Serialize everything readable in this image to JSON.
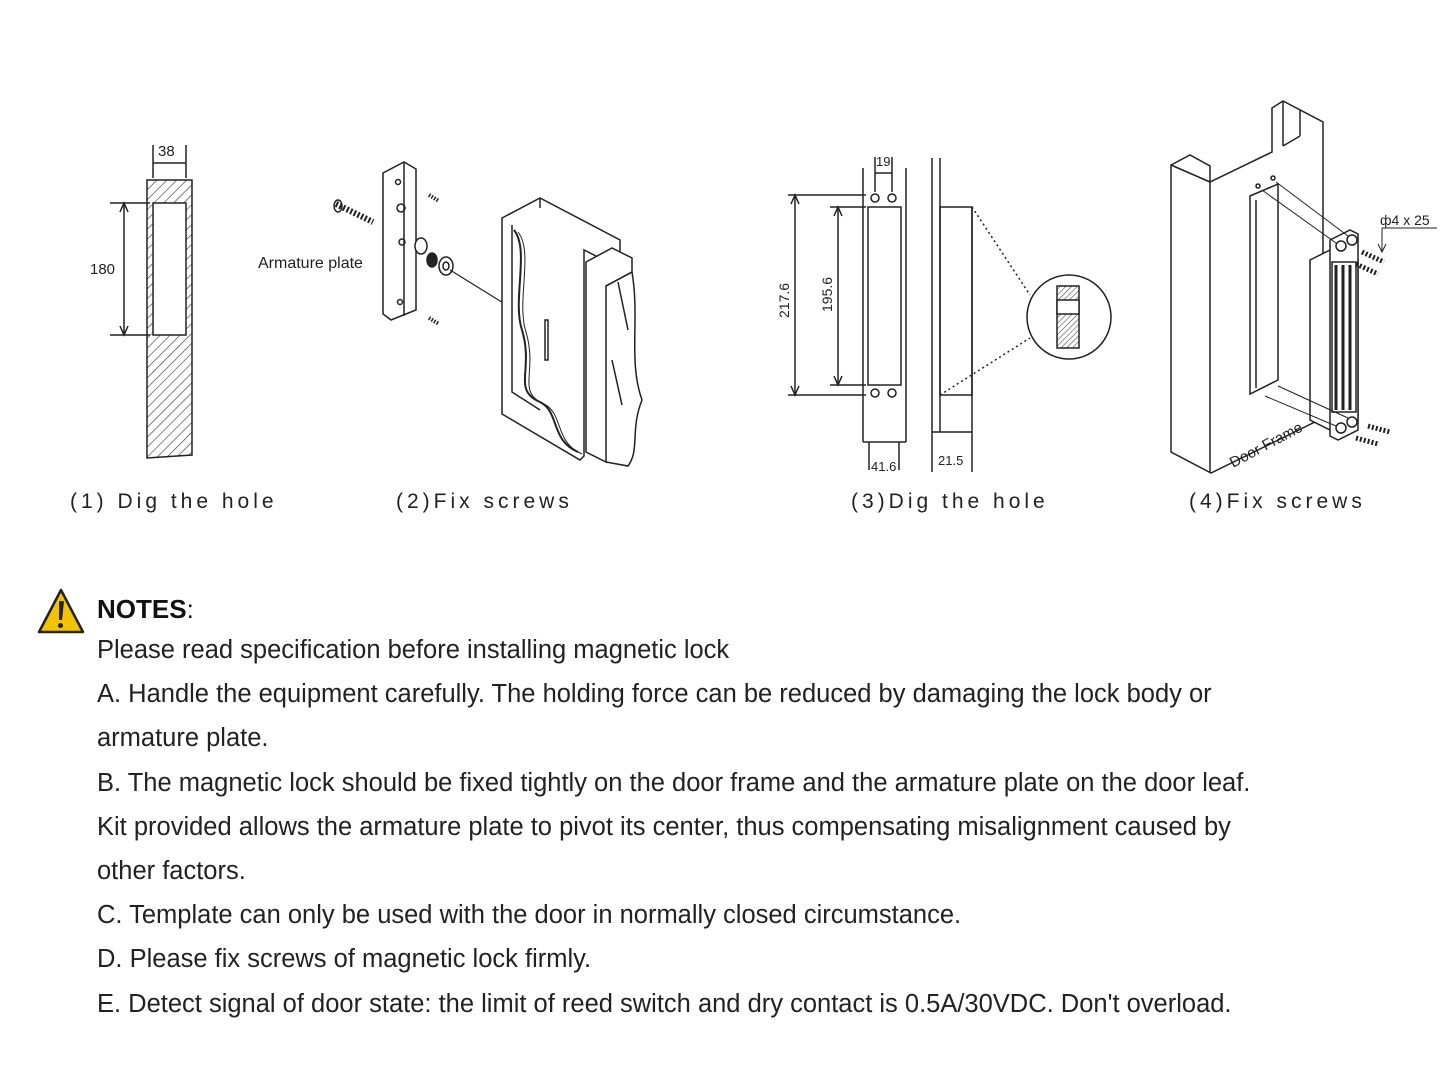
{
  "steps": [
    {
      "label": "(1) Dig the hole"
    },
    {
      "label": "(2)Fix screws"
    },
    {
      "label": "(3)Dig the hole"
    },
    {
      "label": "(4)Fix screws"
    }
  ],
  "dimensions": {
    "hole_width": "38",
    "hole_height": "180",
    "armature_plate": "Armature plate",
    "d19": "19",
    "d217": "217.6",
    "d195": "195.6",
    "d41": "41.6",
    "d21": "21.5",
    "screw_spec": "ф4 x 25",
    "door_frame": "Door Frame"
  },
  "notes": {
    "title": "NOTES",
    "colon": ":",
    "lines": [
      "Please read specification before installing magnetic lock",
      "A. Handle the equipment carefully. The holding force can be reduced by damaging the lock body or",
      "armature plate.",
      "B. The magnetic lock should be fixed tightly on the door frame and the armature plate on the door leaf.",
      "Kit provided allows the armature plate to pivot its center, thus compensating misalignment caused by",
      "other factors.",
      "C. Template can only be used with the door in normally closed circumstance.",
      "D. Please fix screws of magnetic lock firmly.",
      "E. Detect signal of door state: the limit of reed switch and dry contact is 0.5A/30VDC. Don't overload."
    ]
  },
  "colors": {
    "ink": "#222222",
    "warning": "#f2c300",
    "warning_border": "#222222"
  },
  "icons": [
    "warning-triangle-icon"
  ]
}
